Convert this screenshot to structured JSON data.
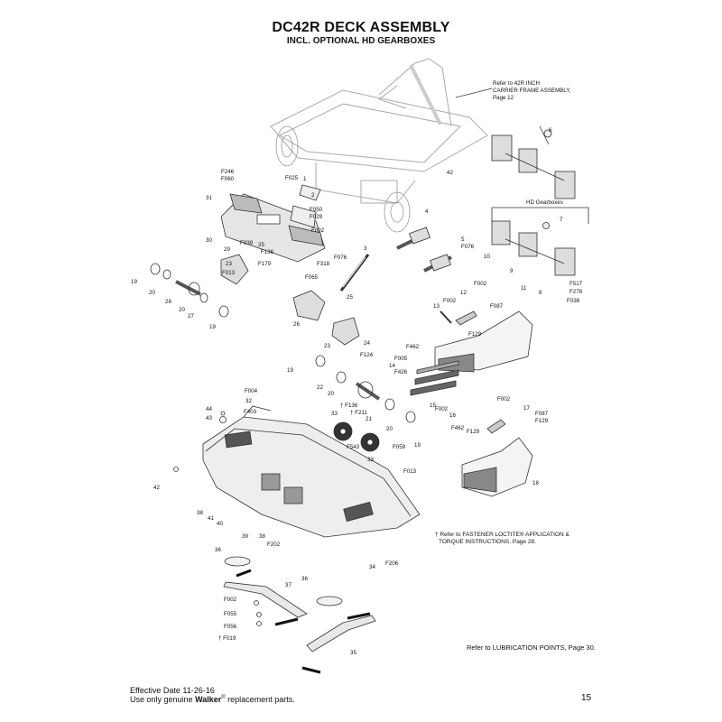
{
  "header": {
    "title": "DC42R DECK ASSEMBLY",
    "subtitle": "INCL. OPTIONAL HD GEARBOXES"
  },
  "notes": {
    "carrier_line1": "Refer to 42R INCH",
    "carrier_line2": "CARRIER FRAME ASSEMBLY,",
    "carrier_line3": "Page 12",
    "hd_gearboxes": "HD Gearboxes",
    "loctite_line1": "† Refer to FASTENER LOCTITE® APPLICATION &",
    "loctite_line2": "TORQUE INSTRUCTIONS, Page 28.",
    "lubrication": "Refer to LUBRICATION POINTS, Page 30.",
    "frame_decal": "42"
  },
  "callouts": {
    "c_1": "1",
    "c_2": "2",
    "c_3": "3",
    "c_4": "4",
    "c_5": "5",
    "c_6": "6",
    "c_7": "7",
    "c_8": "8",
    "c_9": "9",
    "c_10": "10",
    "c_11": "11",
    "c_12": "12",
    "c_13": "13",
    "c_14": "14",
    "c_15": "15",
    "c_16": "16",
    "c_17": "17",
    "c_18": "18",
    "c_19a": "19",
    "c_19b": "19",
    "c_19c": "19",
    "c_19d": "19",
    "c_20a": "20",
    "c_20b": "20",
    "c_20c": "20",
    "c_20d": "20",
    "c_21": "21",
    "c_22": "22",
    "c_23a": "23",
    "c_23b": "23",
    "c_24": "24",
    "c_25a": "25",
    "c_25b": "25",
    "c_26": "26",
    "c_27": "27",
    "c_28": "28",
    "c_29": "29",
    "c_30": "30",
    "c_31": "31",
    "c_32": "32",
    "c_33a": "33",
    "c_33b": "33",
    "c_34": "34",
    "c_35": "35",
    "c_36a": "36",
    "c_36b": "36",
    "c_37": "37",
    "c_38a": "38",
    "c_38b": "38",
    "c_39": "39",
    "c_40": "40",
    "c_41": "41",
    "c_42": "42",
    "c_43": "43",
    "c_44": "44",
    "f246": "F246",
    "f060": "F060",
    "f025": "F025",
    "f050": "F050",
    "f029": "F029",
    "f002a": "F002",
    "f039": "F039",
    "f136a": "F136",
    "f179": "F179",
    "f013a": "F013",
    "f076a": "F076",
    "f318": "F318",
    "f076b": "F076",
    "f065": "F065",
    "f517": "F517",
    "f278": "F278",
    "f038": "F038",
    "f002b": "F002",
    "f002c": "F002",
    "f087a": "F087",
    "f129a": "F129",
    "f124": "F124",
    "f462a": "F462",
    "f005": "F005",
    "f426": "F426",
    "f004": "F004",
    "f403": "F403",
    "f136b": "† F136",
    "f211": "† F211",
    "f002d": "F002",
    "f462b": "F462",
    "f002e": "F002",
    "f087b": "F087",
    "f129b": "F129",
    "f129c": "F129",
    "f543": "F543",
    "f059": "F059",
    "f013b": "F013",
    "f202": "F202",
    "f206": "F206",
    "f002f": "F002",
    "f055": "F055",
    "f056": "F056",
    "f019": "† F019"
  },
  "footer": {
    "effective_date": "Effective Date 11-26-16",
    "use_genuine_prefix": "Use only genuine ",
    "brand": "Walker",
    "registered": "®",
    "use_genuine_suffix": " replacement parts.",
    "page_number": "15"
  }
}
